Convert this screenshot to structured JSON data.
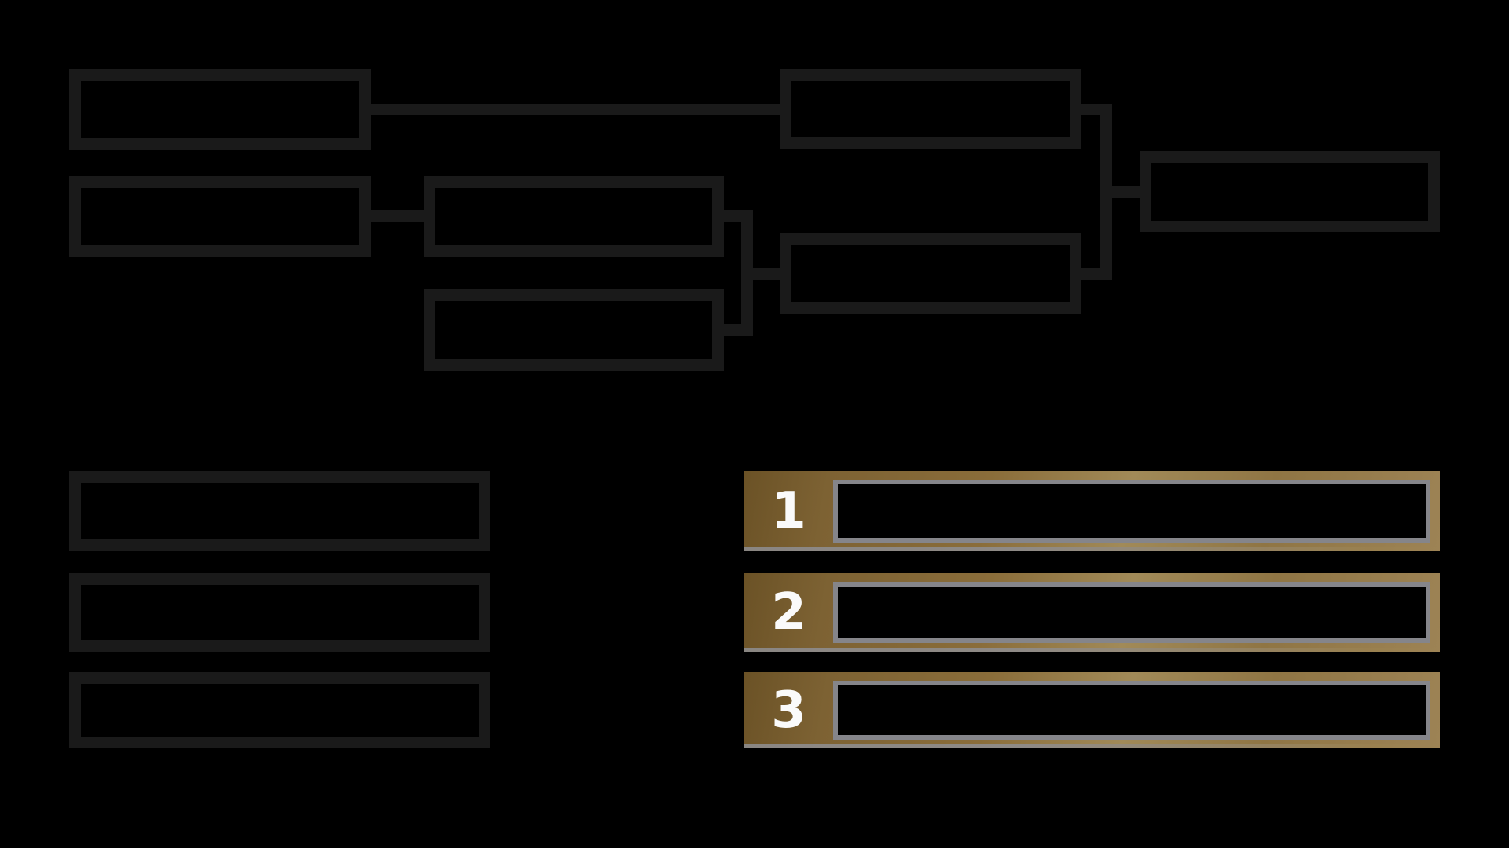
{
  "colors": {
    "background": "#000000",
    "bracket_outline": "#1a1a1a",
    "gold_dark": "#6b5226",
    "gold": "#8a6d3a",
    "gold_light": "#a18a58",
    "silver": "#8e8e92",
    "field_border": "#85858a",
    "rank_number": "#fafafa"
  },
  "bracket": {
    "round1": [
      {
        "label": ""
      },
      {
        "label": ""
      }
    ],
    "round2": [
      {
        "label": ""
      },
      {
        "label": ""
      }
    ],
    "semifinals": [
      {
        "label": ""
      },
      {
        "label": ""
      }
    ],
    "final": {
      "label": ""
    }
  },
  "qualifiers": [
    {
      "label": ""
    },
    {
      "label": ""
    },
    {
      "label": ""
    }
  ],
  "podium": [
    {
      "rank": "1",
      "name": ""
    },
    {
      "rank": "2",
      "name": ""
    },
    {
      "rank": "3",
      "name": ""
    }
  ]
}
